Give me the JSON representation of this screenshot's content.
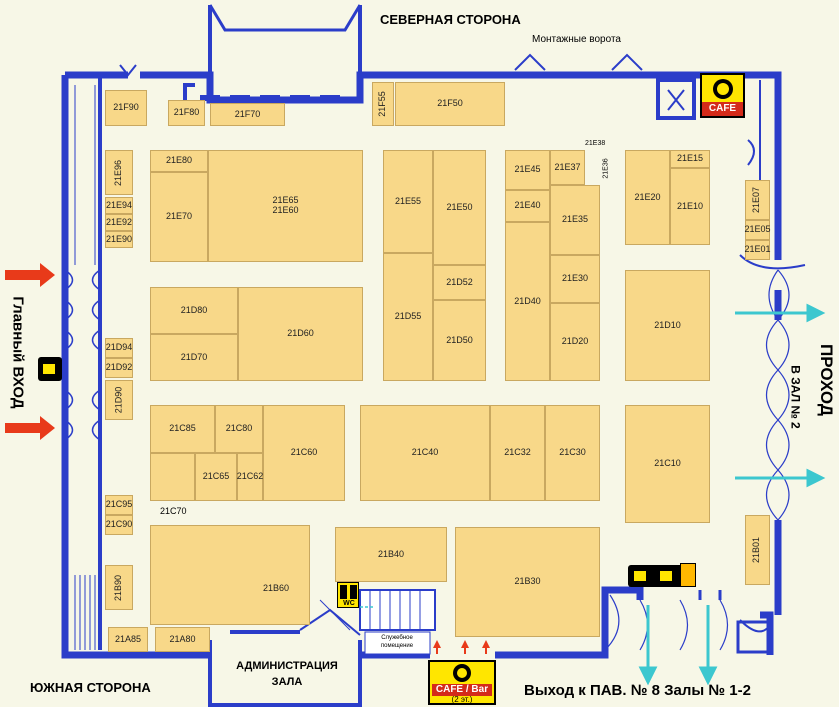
{
  "labels": {
    "north": "СЕВЕРНАЯ СТОРОНА",
    "south": "ЮЖНАЯ СТОРОНА",
    "gate": "Монтажные ворота",
    "main_entrance": "Главный ВХОД",
    "passage": "ПРОХОД",
    "to_hall": "В ЗАЛ № 2",
    "admin": "АДМИНИСТРАЦИЯ ЗАЛА",
    "exit": "Выход к ПАВ. № 8 Залы № 1-2",
    "service_room": "Служебное помещение",
    "wc": "WC",
    "cafe": "CAFE",
    "cafe_bar": "CAFE / Bar",
    "cafe_bar_floor": "(2 эт.)"
  },
  "booths": [
    {
      "id": "21F90",
      "code": "21F90"
    },
    {
      "id": "21F80",
      "code": "21F80"
    },
    {
      "id": "21F70",
      "code": "21F70"
    },
    {
      "id": "21F55",
      "code": "21F55"
    },
    {
      "id": "21F50",
      "code": "21F50"
    },
    {
      "id": "21E96",
      "code": "21E96"
    },
    {
      "id": "21E94",
      "code": "21E94"
    },
    {
      "id": "21E92",
      "code": "21E92"
    },
    {
      "id": "21E90",
      "code": "21E90"
    },
    {
      "id": "21E80",
      "code": "21E80"
    },
    {
      "id": "21E70",
      "code": "21E70"
    },
    {
      "id": "21E65",
      "code": "21E65 21E60"
    },
    {
      "id": "21E55",
      "code": "21E55"
    },
    {
      "id": "21E50",
      "code": "21E50"
    },
    {
      "id": "21E45",
      "code": "21E45"
    },
    {
      "id": "21E37",
      "code": "21E37"
    },
    {
      "id": "21E38",
      "code": "21E38"
    },
    {
      "id": "21E36",
      "code": "21E36"
    },
    {
      "id": "21E40",
      "code": "21E40"
    },
    {
      "id": "21E35",
      "code": "21E35"
    },
    {
      "id": "21E20",
      "code": "21E20"
    },
    {
      "id": "21E15",
      "code": "21E15"
    },
    {
      "id": "21E10",
      "code": "21E10"
    },
    {
      "id": "21E07",
      "code": "21E07"
    },
    {
      "id": "21E05",
      "code": "21E05"
    },
    {
      "id": "21E01",
      "code": "21E01"
    },
    {
      "id": "21D80",
      "code": "21D80"
    },
    {
      "id": "21D70",
      "code": "21D70"
    },
    {
      "id": "21D60",
      "code": "21D60"
    },
    {
      "id": "21D55",
      "code": "21D55"
    },
    {
      "id": "21D52",
      "code": "21D52"
    },
    {
      "id": "21D50",
      "code": "21D50"
    },
    {
      "id": "21D40",
      "code": "21D40"
    },
    {
      "id": "21E30",
      "code": "21E30"
    },
    {
      "id": "21D20",
      "code": "21D20"
    },
    {
      "id": "21D10",
      "code": "21D10"
    },
    {
      "id": "21D94",
      "code": "21D94"
    },
    {
      "id": "21D92",
      "code": "21D92"
    },
    {
      "id": "21D90",
      "code": "21D90"
    },
    {
      "id": "21C85",
      "code": "21C85"
    },
    {
      "id": "21C80",
      "code": "21C80"
    },
    {
      "id": "21C65",
      "code": "21C65"
    },
    {
      "id": "21C62",
      "code": "21C62"
    },
    {
      "id": "21C60",
      "code": "21C60"
    },
    {
      "id": "21C70",
      "code": "21C70"
    },
    {
      "id": "21C40",
      "code": "21C40"
    },
    {
      "id": "21C32",
      "code": "21C32"
    },
    {
      "id": "21C30",
      "code": "21C30"
    },
    {
      "id": "21C10",
      "code": "21C10"
    },
    {
      "id": "21C95",
      "code": "21C95"
    },
    {
      "id": "21C90",
      "code": "21C90"
    },
    {
      "id": "21B90",
      "code": "21B90"
    },
    {
      "id": "21B60",
      "code": "21B60"
    },
    {
      "id": "21B40",
      "code": "21B40"
    },
    {
      "id": "21B30",
      "code": "21B30"
    },
    {
      "id": "21B01",
      "code": "21B01"
    },
    {
      "id": "21A85",
      "code": "21A85"
    },
    {
      "id": "21A80",
      "code": "21A80"
    }
  ],
  "colors": {
    "wall": "#2b3dc9",
    "booth": "#f8d889",
    "arrow_red": "#e83a1a",
    "arrow_cyan": "#3cc7cf",
    "cafe_yellow": "#ffe600"
  }
}
